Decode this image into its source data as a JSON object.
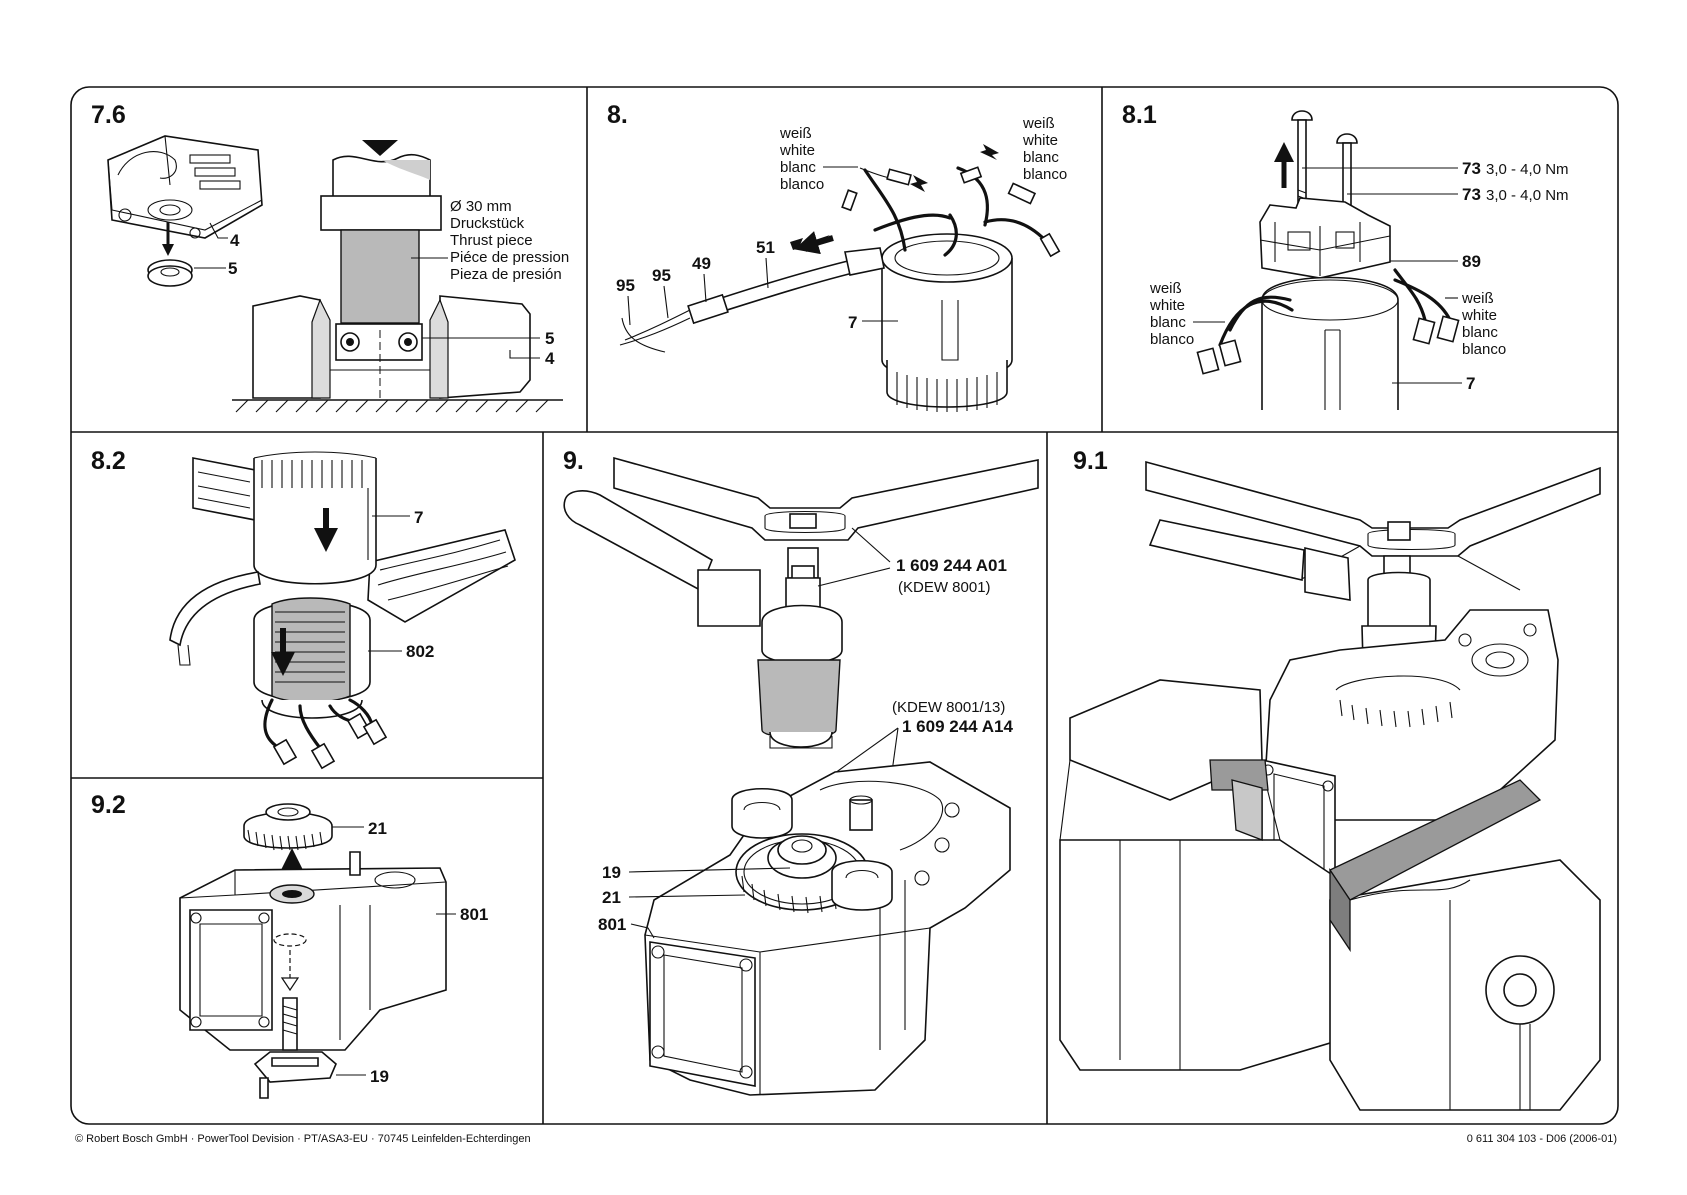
{
  "panels": {
    "p76": {
      "title": "7.6",
      "callouts": {
        "a": "4",
        "b": "5",
        "c": "5",
        "d": "4"
      },
      "thrust_piece": [
        "Ø 30 mm",
        "Druckstück",
        "Thrust piece",
        "Piéce de pression",
        "Pieza de presión"
      ]
    },
    "p8": {
      "title": "8.",
      "wire_left": [
        "weiß",
        "white",
        "blanc",
        "blanco"
      ],
      "wire_right": [
        "weiß",
        "white",
        "blanc",
        "blanco"
      ],
      "callouts": {
        "a": "95",
        "b": "95",
        "c": "49",
        "d": "51",
        "e": "7"
      }
    },
    "p81": {
      "title": "8.1",
      "screw1": {
        "num": "73",
        "torque": "3,0 - 4,0 Nm"
      },
      "screw2": {
        "num": "73",
        "torque": "3,0 - 4,0 Nm"
      },
      "callouts": {
        "a": "89",
        "b": "7"
      },
      "wire_left": [
        "weiß",
        "white",
        "blanc",
        "blanco"
      ],
      "wire_right": [
        "weiß",
        "white",
        "blanc",
        "blanco"
      ]
    },
    "p82": {
      "title": "8.2",
      "callouts": {
        "a": "7",
        "b": "802"
      }
    },
    "p9": {
      "title": "9.",
      "tool1": {
        "number": "1 609 244 A01",
        "code": "(KDEW 8001)"
      },
      "tool2": {
        "code": "(KDEW 8001/13)",
        "number": "1 609 244 A14"
      },
      "callouts": {
        "a": "19",
        "b": "21",
        "c": "801"
      }
    },
    "p91": {
      "title": "9.1"
    },
    "p92": {
      "title": "9.2",
      "callouts": {
        "a": "21",
        "b": "801",
        "c": "19"
      }
    }
  },
  "footer": {
    "left": "© Robert Bosch GmbH · PowerTool Devision · PT/ASA3-EU · 70745 Leinfelden-Echterdingen",
    "right": "0 611 304 103 - D06 (2006-01)"
  }
}
